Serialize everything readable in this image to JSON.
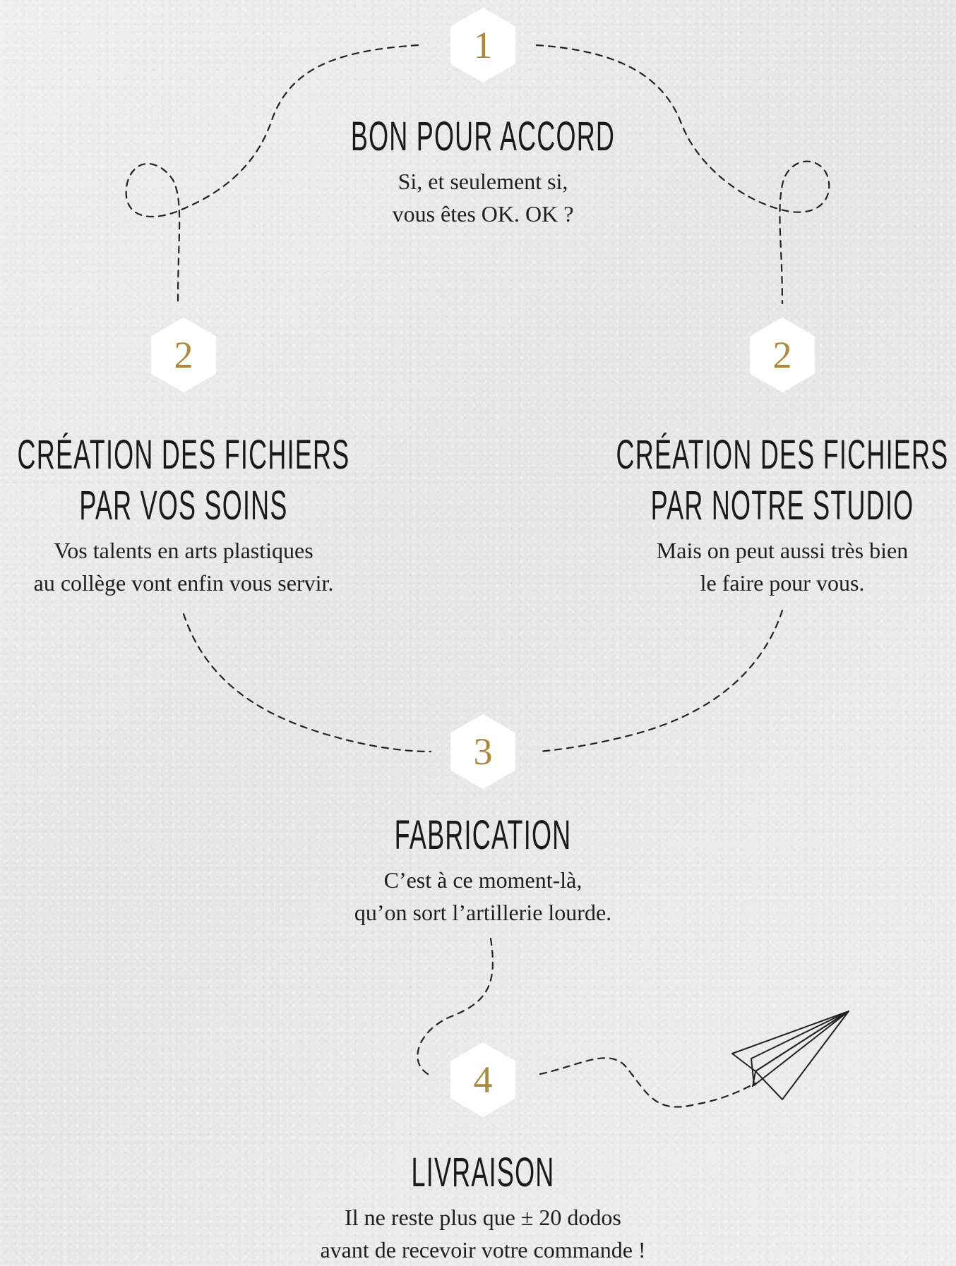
{
  "colors": {
    "accent": "#ad8a3a",
    "text": "#1a1a1a",
    "badge_bg": "#ffffff",
    "background": "#ececec"
  },
  "steps": [
    {
      "number": "1",
      "title": "BON POUR ACCORD",
      "lines": [
        "Si, et seulement si,",
        "vous êtes OK. OK ?"
      ]
    },
    {
      "number": "2",
      "title_lines": [
        "CRÉATION DES FICHIERS",
        "PAR VOS SOINS"
      ],
      "lines": [
        "Vos talents en arts plastiques",
        "au collège vont enfin vous servir."
      ]
    },
    {
      "number": "2",
      "title_lines": [
        "CRÉATION DES FICHIERS",
        "PAR NOTRE STUDIO"
      ],
      "lines": [
        "Mais on peut aussi très bien",
        "le faire pour vous."
      ]
    },
    {
      "number": "3",
      "title": "FABRICATION",
      "lines": [
        "C’est à ce moment-là,",
        "qu’on sort l’artillerie lourde."
      ]
    },
    {
      "number": "4",
      "title": "LIVRAISON",
      "lines": [
        "Il ne reste plus que ± 20 dodos",
        "avant de recevoir votre commande !"
      ]
    }
  ],
  "icons": {
    "plane": "paper-plane-icon",
    "path": "dashed-path"
  }
}
